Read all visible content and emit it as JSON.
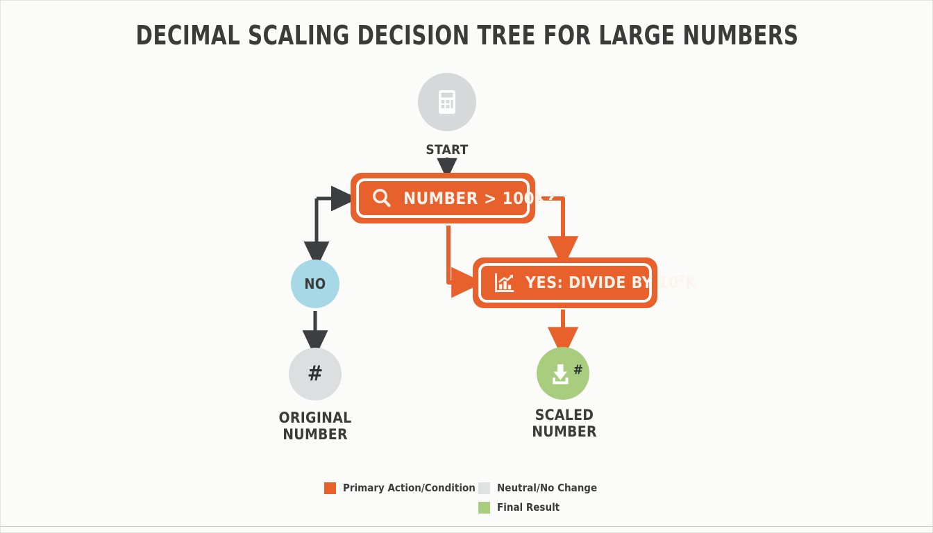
{
  "page": {
    "title": "DECIMAL SCALING DECISION TREE FOR LARGE NUMBERS",
    "background_color": "#fbfbfa"
  },
  "colors": {
    "primary_orange": "#e8602c",
    "neutral_gray": "#dcdedf",
    "final_green": "#a9cd7e",
    "no_blue": "#a6d8e6",
    "text_dark": "#3b3b3b",
    "connector_dark": "#3c3f41"
  },
  "nodes": {
    "start": {
      "label": "START",
      "icon": "calculator-icon",
      "shape": "circle",
      "color": "#d6d8d9"
    },
    "condition": {
      "text": "NUMBER > 100K?",
      "icon": "search-icon",
      "shape": "rounded-box",
      "color": "#e8602c"
    },
    "no_branch": {
      "text": "NO",
      "shape": "circle",
      "color": "#a6d8e6"
    },
    "original": {
      "glyph": "#",
      "label": "ORIGINAL\nNUMBER",
      "shape": "circle",
      "color": "#dcdedf"
    },
    "action": {
      "text_before": "YES: DIVIDE BY 10",
      "text_superscript": "2",
      "text_after": "K",
      "icon": "bar-chart-trend-icon",
      "shape": "rounded-box",
      "color": "#e8602c"
    },
    "scaled": {
      "glyph": "#",
      "label": "SCALED\nNUMBER",
      "icon": "download-icon",
      "shape": "circle",
      "color": "#a9cd7e"
    }
  },
  "legend": {
    "left_column": [
      {
        "label": "Primary Action/Condition",
        "color": "#e8602c"
      }
    ],
    "right_column": [
      {
        "label": "Neutral/No Change",
        "color": "#dfe1e2"
      },
      {
        "label": "Final Result",
        "color": "#a9cd7e"
      }
    ]
  }
}
